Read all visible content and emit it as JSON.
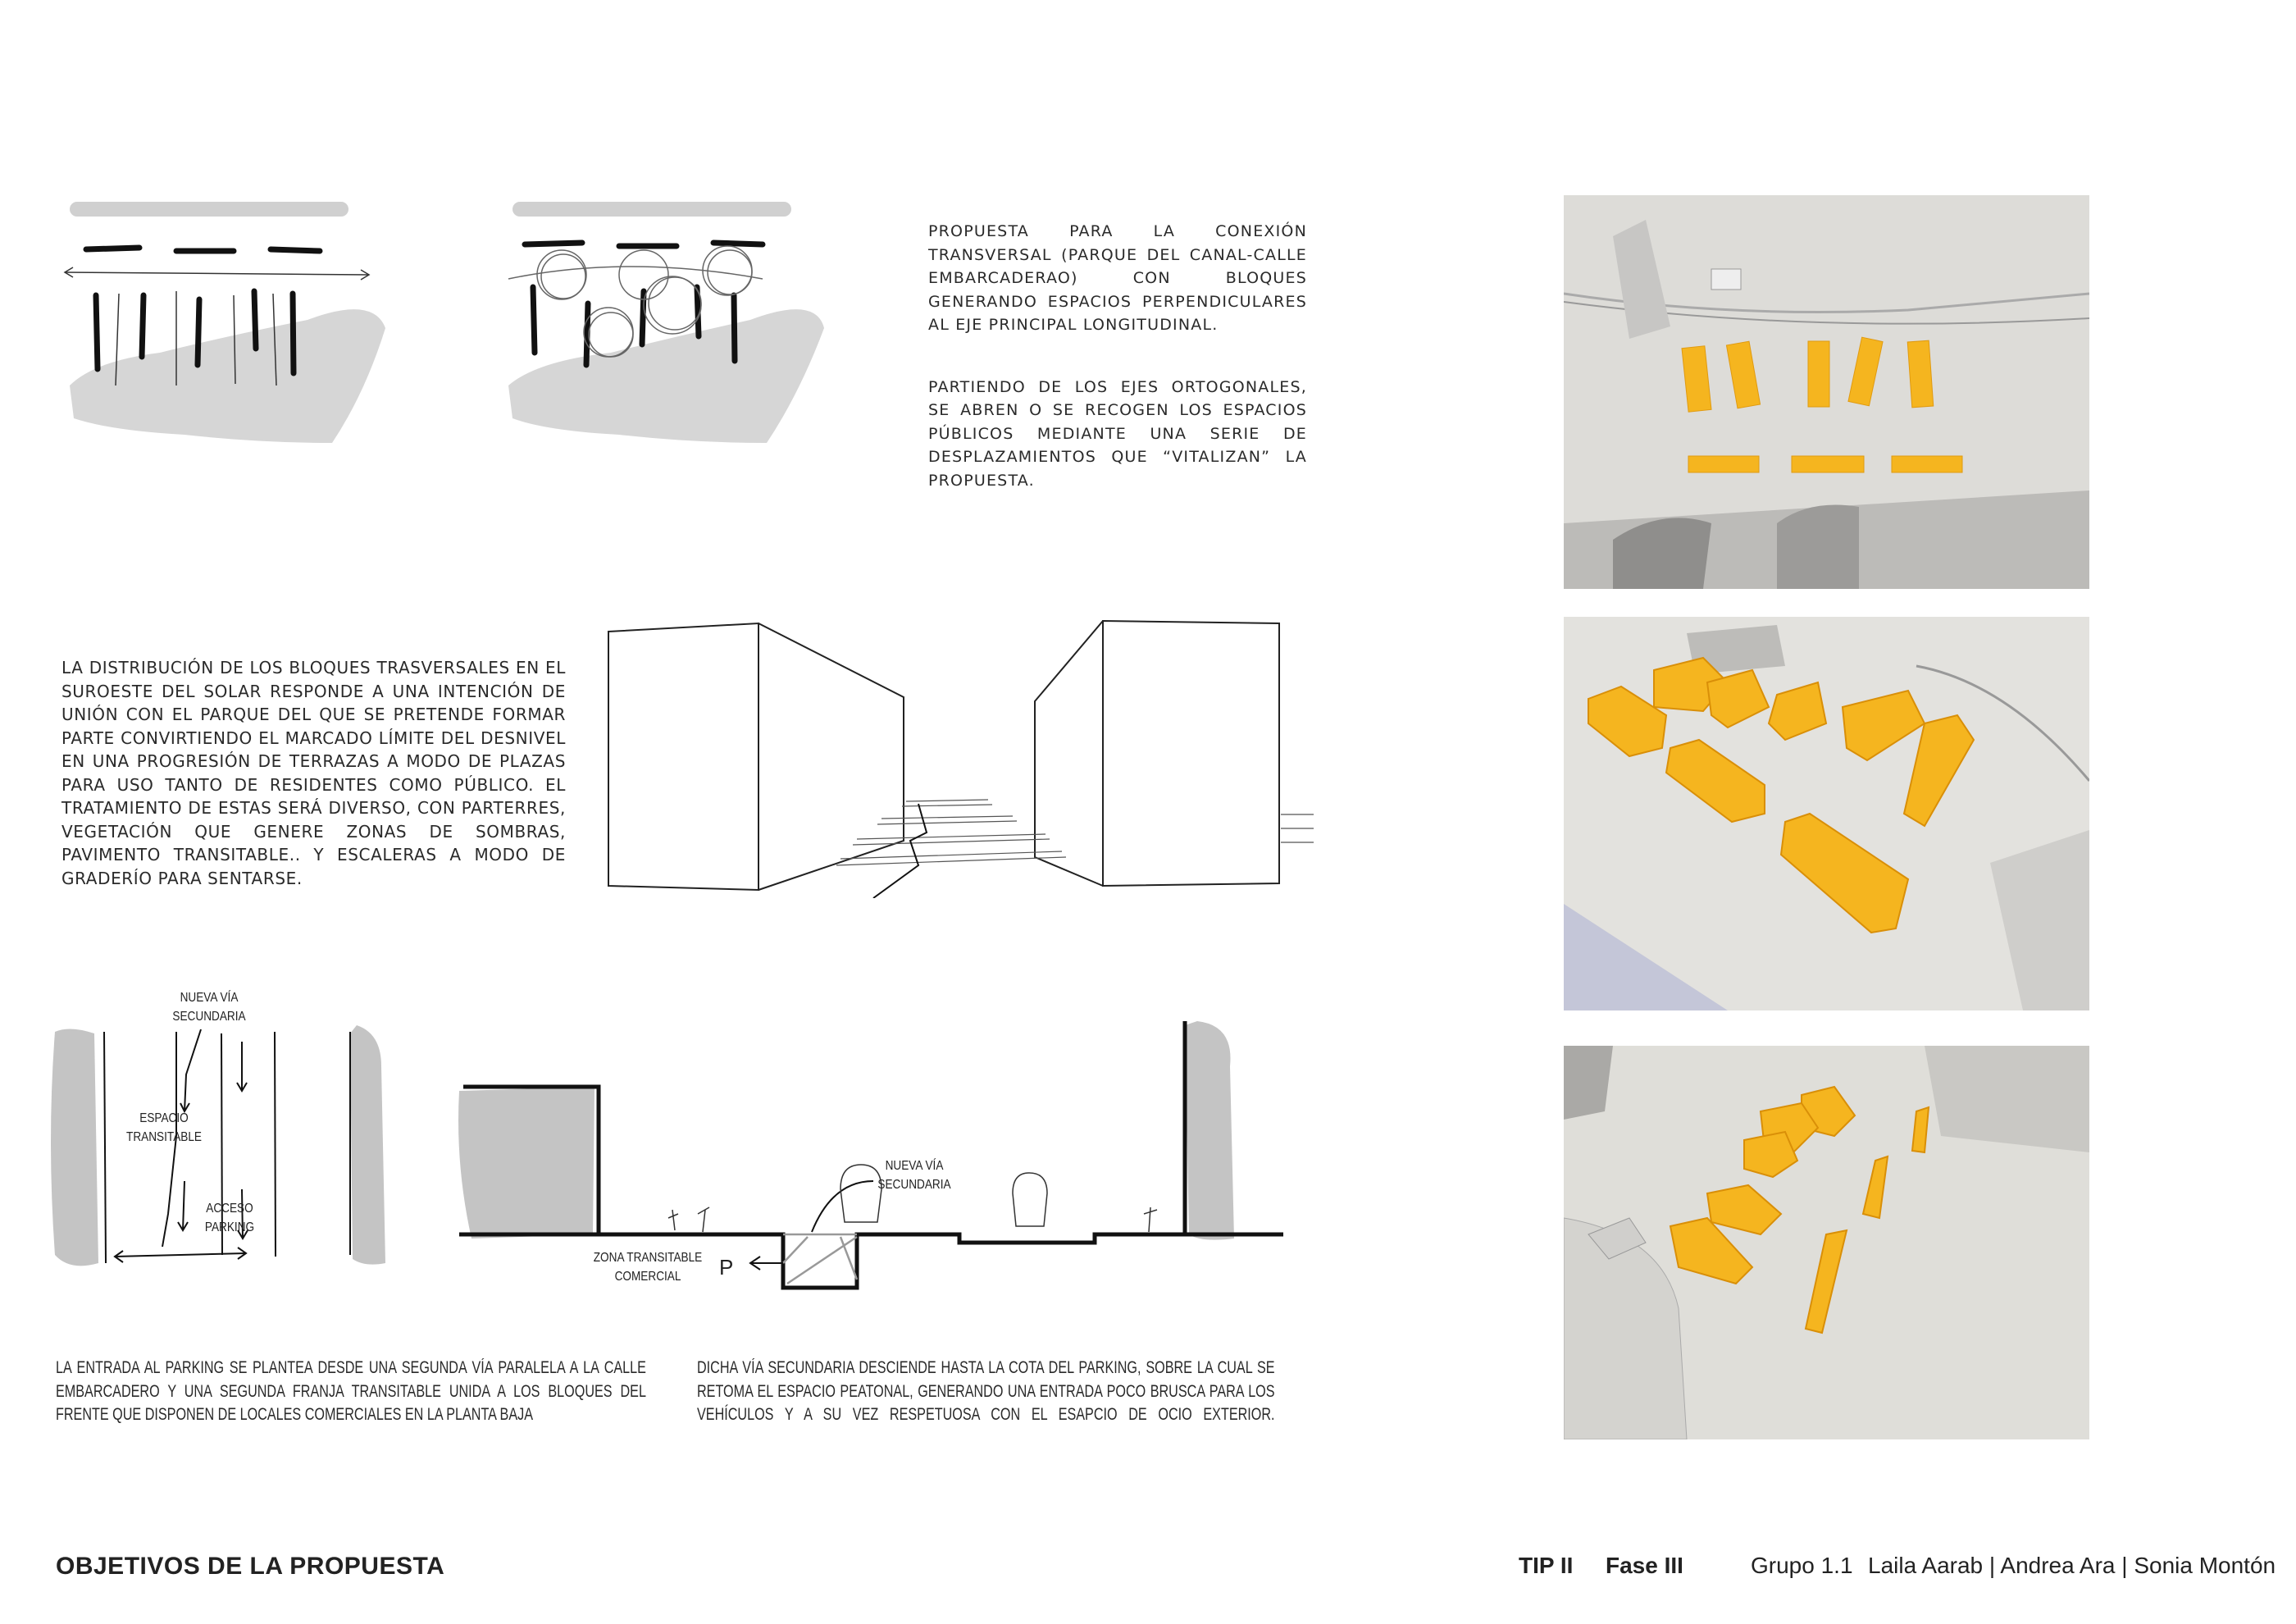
{
  "text_blocks": {
    "top_right": [
      "PROPUESTA PARA LA CONEXIÓN TRANSVERSAL (PARQUE DEL CANAL-CALLE EMBARCADERAO) CON BLOQUES GENERANDO ESPACIOS PERPENDICULARES AL EJE PRINCIPAL LONGITUDINAL.",
      "PARTIENDO DE LOS EJES ORTOGONALES, SE ABREN O SE RECOGEN LOS ESPACIOS PÚBLICOS MEDIANTE UNA SERIE DE DESPLAZAMIENTOS QUE “VITALIZAN” LA PROPUESTA."
    ],
    "middle_left": "LA DISTRIBUCIÓN DE LOS BLOQUES TRASVERSALES EN EL SUROESTE DEL SOLAR RESPONDE A UNA INTENCIÓN DE UNIÓN CON EL PARQUE DEL QUE SE PRETENDE FORMAR PARTE CONVIRTIENDO EL MARCADO LÍMITE DEL DESNIVEL EN UNA PROGRESIÓN DE TERRAZAS A MODO DE PLAZAS PARA USO TANTO DE RESIDENTES COMO PÚBLICO. EL TRATAMIENTO DE ESTAS SERÁ DIVERSO, CON PARTERRES, VEGETACIÓN QUE GENERE ZONAS DE SOMBRAS, PAVIMENTO TRANSITABLE.. Y ESCALERAS A MODO DE GRADERÍO PARA SENTARSE.",
    "bottom_left": "LA ENTRADA AL PARKING SE PLANTEA DESDE UNA SEGUNDA VÍA PARALELA A LA CALLE EMBARCADERO Y UNA SEGUNDA FRANJA TRANSITABLE UNIDA A LOS BLOQUES DEL FRENTE QUE DISPONEN DE LOCALES COMERCIALES EN LA PLANTA BAJA",
    "bottom_right": "DICHA VÍA SECUNDARIA DESCIENDE HASTA LA COTA DEL PARKING, SOBRE LA CUAL SE RETOMA EL ESPACIO PEATONAL, GENERANDO UNA ENTRADA POCO BRUSCA PARA LOS VEHÍCULOS Y A SU VEZ RESPETUOSA CON EL ESAPCIO DE OCIO EXTERIOR."
  },
  "diagram_labels": {
    "plan_nueva_via": "NUEVA VÍA",
    "plan_secundaria": "SECUNDARIA",
    "espacio": "ESPACIO",
    "transitable": "TRANSITABLE",
    "acceso": "ACCESO",
    "parking": "PARKING",
    "section_nueva_via": "NUEVA VÍA",
    "section_secundaria": "SECUNDARIA",
    "zona_transitable": "ZONA TRANSITABLE",
    "comercial": "COMERCIAL",
    "p_symbol": "P"
  },
  "photos": [
    "model-photo-top-view",
    "model-photo-perspective",
    "model-photo-oblique"
  ],
  "colors": {
    "model_blocks": "#f5b51f",
    "model_base": "#d9d8d4",
    "sketch_grey": "#c4c4c4"
  },
  "footer": {
    "title": "OBJETIVOS DE LA PROPUESTA",
    "course": "TIP II",
    "phase": "Fase III",
    "group": "Grupo 1.1",
    "authors": "Laila Aarab | Andrea Ara | Sonia Montón"
  }
}
